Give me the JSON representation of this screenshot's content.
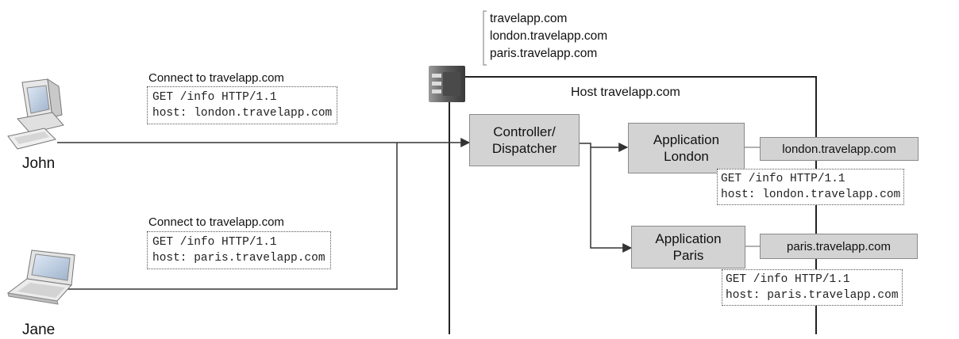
{
  "dns_names": [
    "travelapp.com",
    "london.travelapp.com",
    "paris.travelapp.com"
  ],
  "host": {
    "label": "Host travelapp.com"
  },
  "john": {
    "name": "John",
    "connect_label": "Connect to travelapp.com",
    "request_lines": [
      "GET /info HTTP/1.1",
      "host: london.travelapp.com"
    ]
  },
  "jane": {
    "name": "Jane",
    "connect_label": "Connect to travelapp.com",
    "request_lines": [
      "GET /info HTTP/1.1",
      "host: paris.travelapp.com"
    ]
  },
  "controller": {
    "lines": [
      "Controller/",
      "Dispatcher"
    ]
  },
  "app_london": {
    "lines": [
      "Application",
      "London"
    ],
    "domain": "london.travelapp.com",
    "request_lines": [
      "GET /info HTTP/1.1",
      "host: london.travelapp.com"
    ]
  },
  "app_paris": {
    "lines": [
      "Application",
      "Paris"
    ],
    "domain": "paris.travelapp.com",
    "request_lines": [
      "GET /info HTTP/1.1",
      "host: paris.travelapp.com"
    ]
  }
}
